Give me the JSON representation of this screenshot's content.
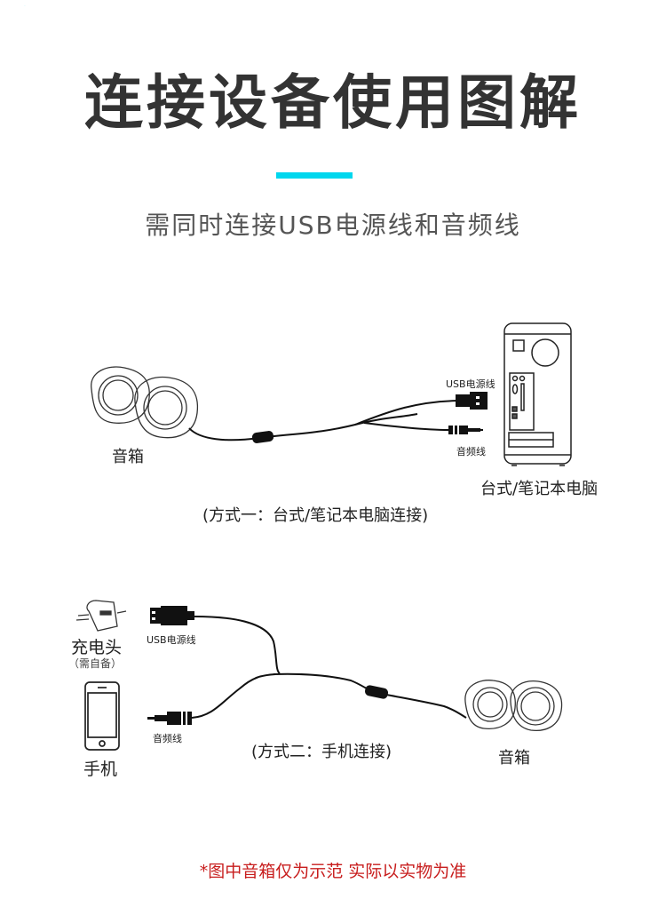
{
  "header": {
    "title": "连接设备使用图解",
    "subtitle": "需同时连接USB电源线和音频线",
    "accent_color": "#00d7ee"
  },
  "method_one": {
    "speaker_label": "音箱",
    "usb_cable_label": "USB电源线",
    "audio_cable_label": "音频线",
    "computer_label": "台式/笔记本电脑",
    "caption": "(方式一：台式/笔记本电脑连接)"
  },
  "method_two": {
    "charger_label": "充电头",
    "charger_note": "（需自备）",
    "usb_cable_label": "USB电源线",
    "phone_label": "手机",
    "audio_cable_label": "音频线",
    "caption": "(方式二：手机连接)",
    "speaker_label": "音箱"
  },
  "footer": {
    "note": "*图中音箱仅为示范 实际以实物为准",
    "note_color": "#c81e1e"
  }
}
